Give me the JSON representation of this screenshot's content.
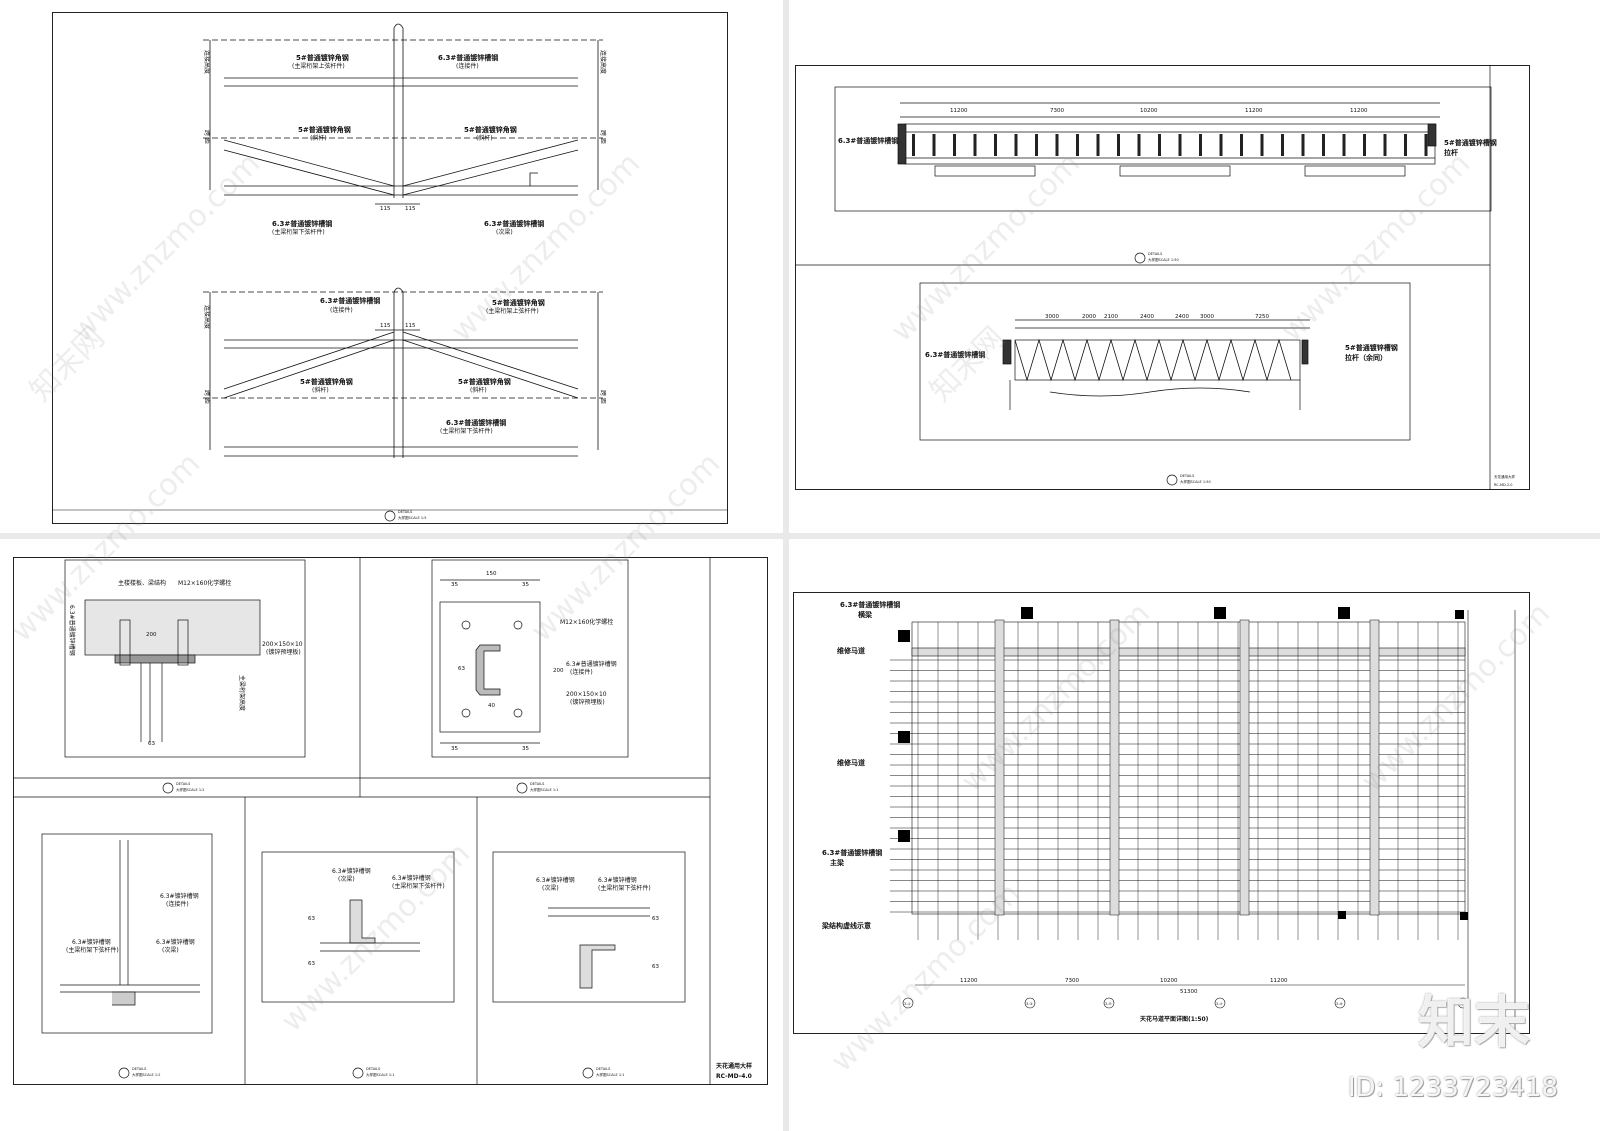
{
  "watermark": {
    "site": "www.znzmo.com",
    "cn": "知末网",
    "brand": "知末",
    "id_text": "ID: 1233723418"
  },
  "sheet_tl": {
    "upper": {
      "top_chord": "6.3#普通镀锌槽钢",
      "top_chord_note": "(连接件)",
      "angle_top": "5#普通镀锌角钢",
      "angle_top_note": "(主梁桁架上弦杆件)",
      "diag_left": "5#普通镀锌角钢",
      "diag_left_note": "(斜杆)",
      "diag_right": "5#普通镀锌角钢",
      "diag_right_note": "(斜杆)",
      "bottom_left": "6.3#普通镀锌槽钢",
      "bottom_left_note": "(主梁桁架下弦杆件)",
      "bottom_right": "6.3#普通镀锌槽钢",
      "bottom_right_note": "(次梁)",
      "dim_a": "115",
      "dim_b": "115",
      "side_left_top": "连接高度",
      "side_left_mid": "跨 距",
      "side_right_top": "连接高度",
      "side_right_mid": "跨 距"
    },
    "lower": {
      "top_left": "6.3#普通镀锌槽钢",
      "top_left_note": "(连接件)",
      "top_right": "5#普通镀锌角钢",
      "top_right_note": "(主梁桁架上弦杆件)",
      "diag_left": "5#普通镀锌角钢",
      "diag_left_note": "(斜杆)",
      "diag_right": "5#普通镀锌角钢",
      "diag_right_note": "(斜杆)",
      "bottom": "6.3#普通镀锌槽钢",
      "bottom_note": "(主梁桁架下弦杆件)",
      "dim_a": "115",
      "dim_b": "115",
      "side_left_top": "连接高度",
      "side_left_mid": "跨 距",
      "side_right_mid": "跨 距"
    },
    "footer": "DETAILS",
    "footer_sub": "大样图SCALE 1:5"
  },
  "sheet_tr": {
    "upper": {
      "label_left": "6.3#普通镀锌槽钢",
      "label_right": "5#普通镀锌槽钢",
      "label_right2": "拉杆",
      "dims": [
        "11200",
        "7300",
        "10200",
        "11200",
        "11200"
      ]
    },
    "lower": {
      "label_left": "6.3#普通镀锌槽钢",
      "label_right": "5#普通镀锌槽钢",
      "label_right2": "拉杆（余同）",
      "dims": [
        "3000",
        "2000",
        "2100",
        "2400",
        "2400",
        "3000",
        "7250"
      ]
    },
    "footer": "DETAILS",
    "footer_sub": "大样图SCALE 1:50",
    "title": "天花通用大样",
    "code": "RC-MD-2.0"
  },
  "sheet_bl": {
    "p1": {
      "t1": "主楼楼板、梁结构",
      "t2": "M12×160化学螺栓",
      "dim": "200",
      "plate": "200×150×10",
      "plate_note": "(镀锌预埋板)",
      "side": "主梁桁架高度",
      "side2": "6.3#普通镀锌槽钢",
      "bottom_dim": "63"
    },
    "p2": {
      "top_dim": "150",
      "d35a": "35",
      "d35b": "35",
      "d35c": "35",
      "d35d": "35",
      "bolt": "M12×160化学螺栓",
      "chan": "6.3#普通镀锌槽钢",
      "chan_note": "(连接件)",
      "plate": "200×150×10",
      "plate_note": "(镀锌预埋板)",
      "h": "200",
      "w": "40",
      "c": "63"
    },
    "p3": {
      "t1": "6.3#镀锌槽钢",
      "t1n": "(连接件)",
      "t2": "6.3#镀锌槽钢",
      "t2n": "(主梁桁架下弦杆件)",
      "t3": "6.3#镀锌槽钢",
      "t3n": "(次梁)"
    },
    "p4": {
      "t1": "6.3#镀锌槽钢",
      "t1n": "(次梁)",
      "t2": "6.3#镀锌槽钢",
      "t2n": "(主梁桁架下弦杆件)",
      "d1": "63",
      "d2": "63"
    },
    "p5": {
      "t1": "6.3#镀锌槽钢",
      "t1n": "(次梁)",
      "t2": "6.3#镀锌槽钢",
      "t2n": "(主梁桁架下弦杆件)",
      "d1": "63",
      "d2": "63"
    },
    "footer": "DETAILS",
    "sub_a": "大样图SCALE 1:2",
    "sub_b": "大样图SCALE 1:1",
    "title": "天花通用大样",
    "code": "RC-MD-4.0"
  },
  "sheet_br": {
    "l1": "6.3#普通镀锌槽钢",
    "l1b": "横梁",
    "l2": "维修马道",
    "l3": "维修马道",
    "l4": "6.3#普通镀锌槽钢",
    "l4b": "主梁",
    "l5": "梁结构虚线示意",
    "dims": [
      "11200",
      "7300",
      "10200",
      "11200"
    ],
    "total": "51300",
    "grid": [
      "3-①",
      "3-③",
      "3-⑤",
      "3-⑦",
      "3-⑨",
      "3-⑪"
    ],
    "title": "天花马道平面详图(1:50)"
  }
}
